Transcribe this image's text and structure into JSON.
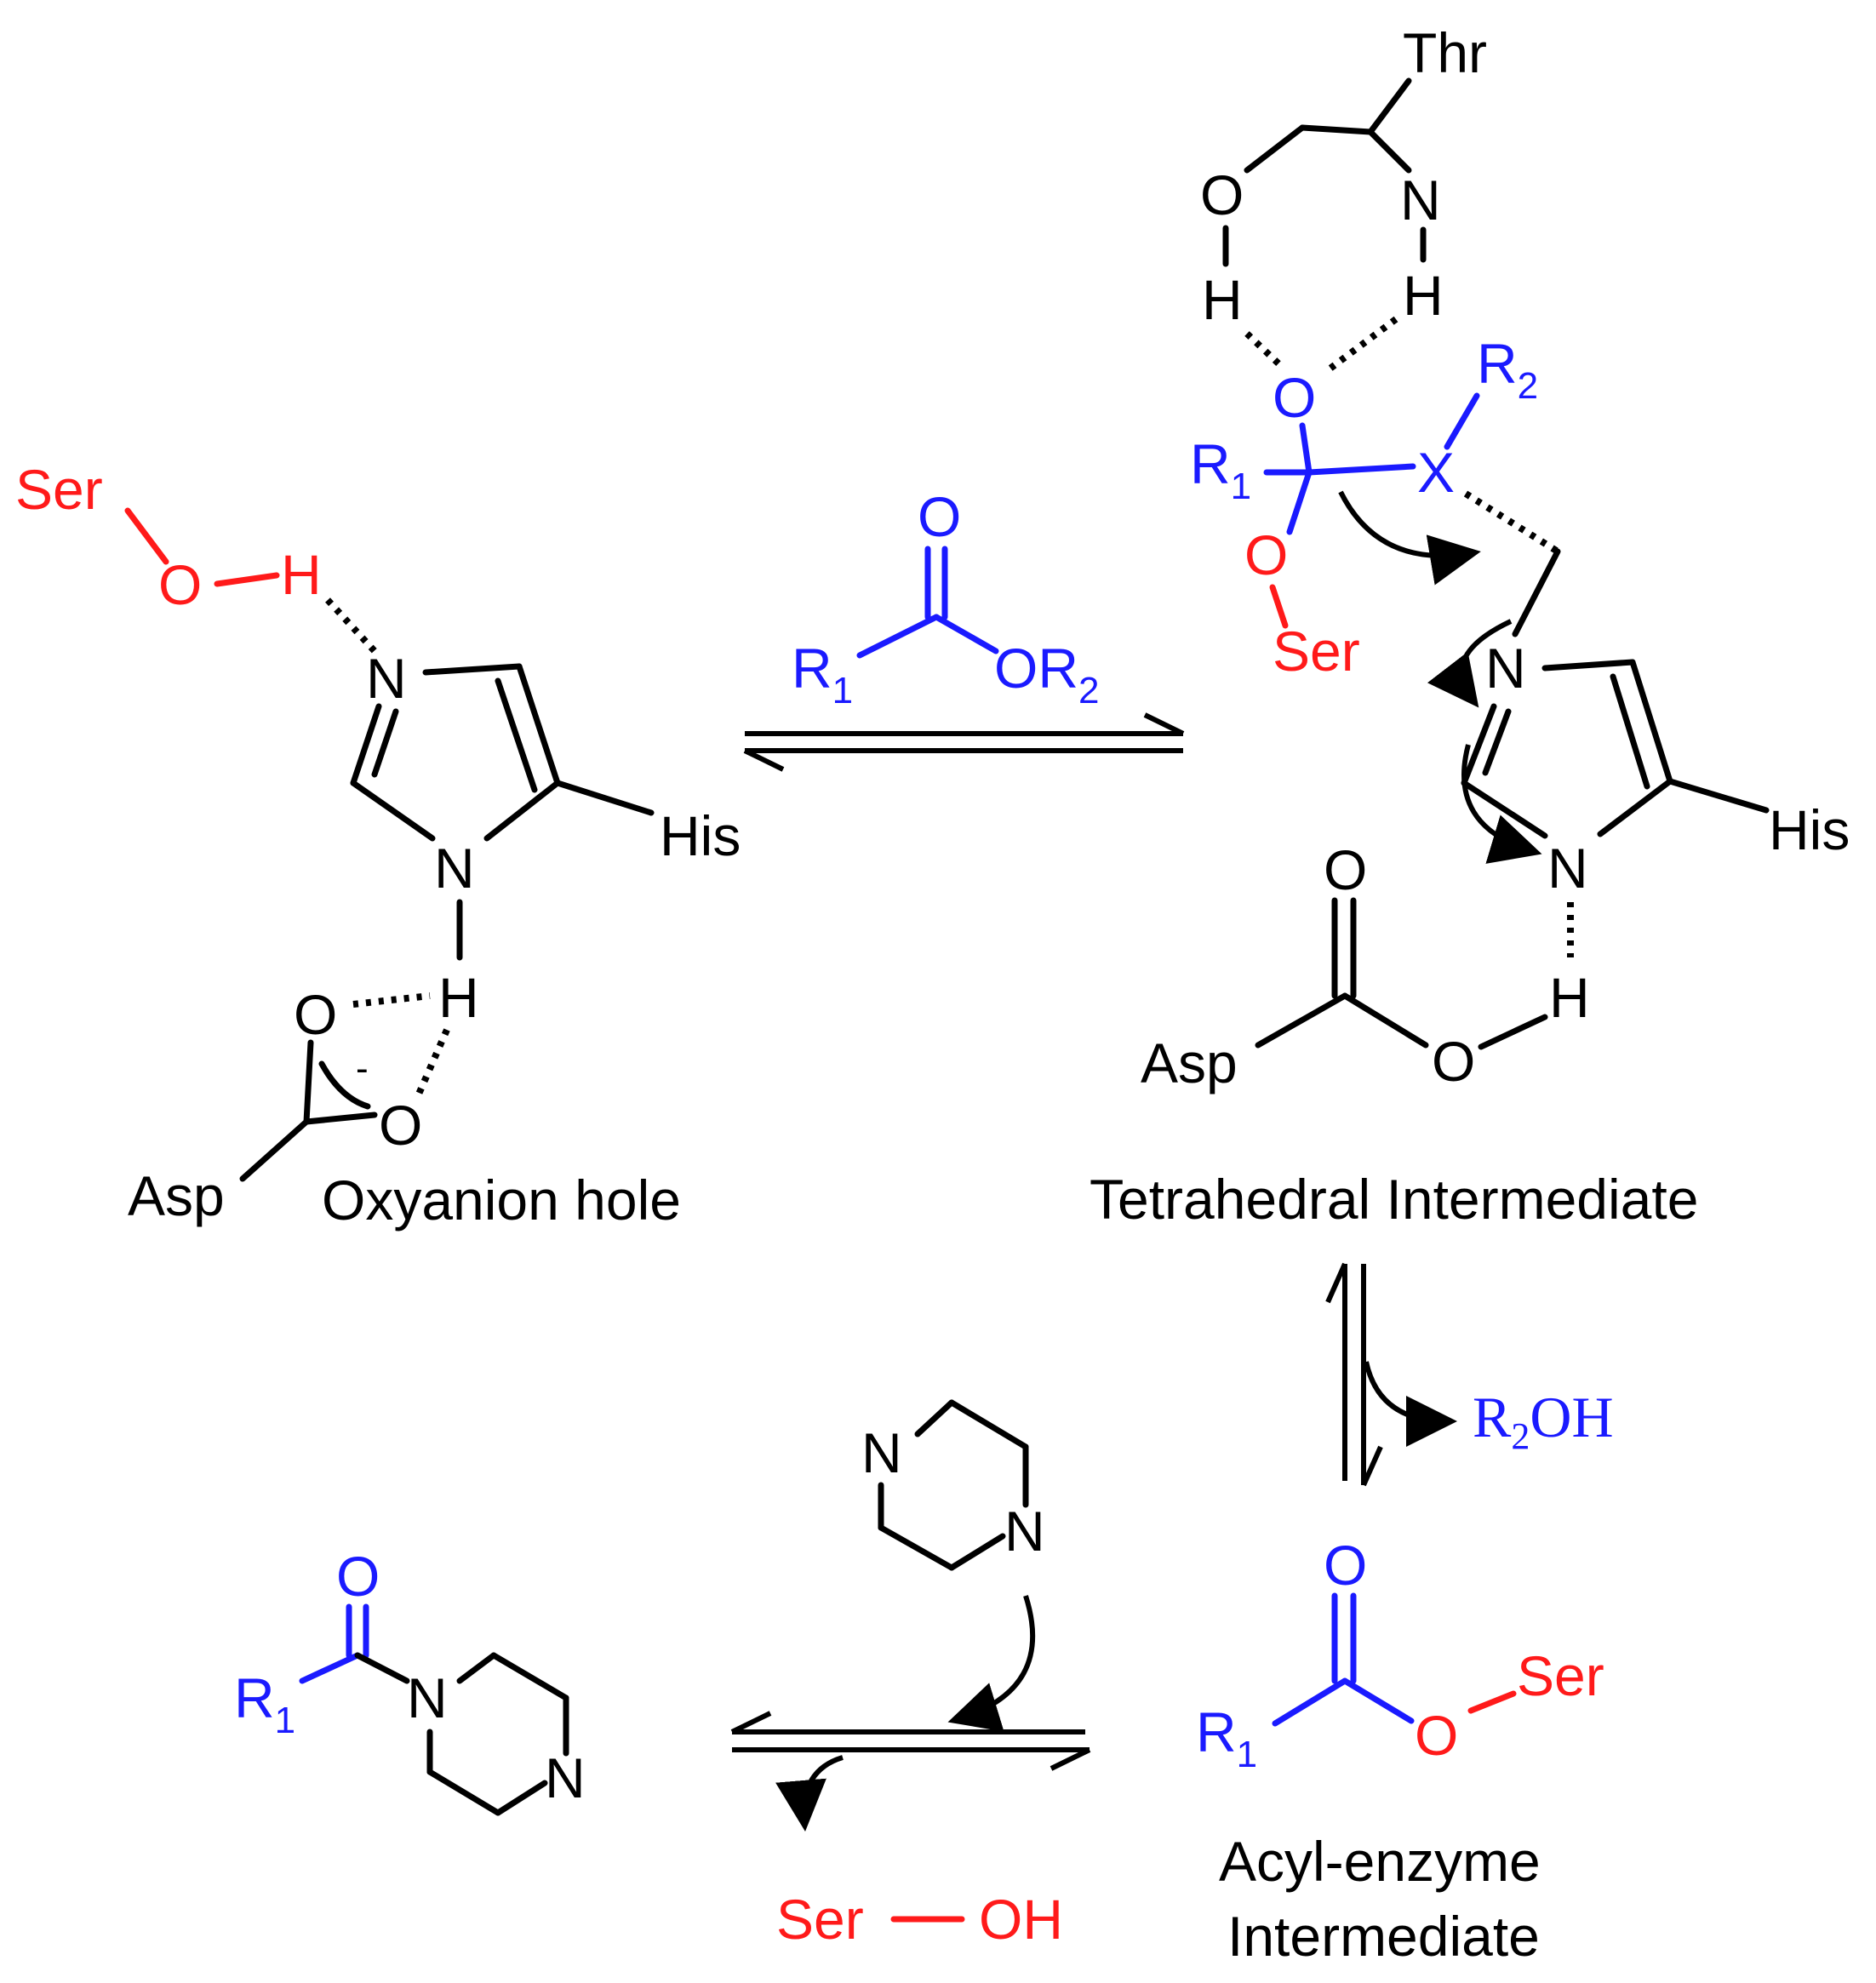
{
  "labels": {
    "ser": "Ser",
    "o": "O",
    "h": "H",
    "n": "N",
    "his": "His",
    "asp": "Asp",
    "thr": "Thr",
    "r": "R",
    "x": "X",
    "oh": "OH",
    "sub1": "1",
    "sub2": "2",
    "minus": "-"
  },
  "captions": {
    "oxyanion": "Oxyanion hole",
    "tetrahedral": "Tetrahedral  Intermediate",
    "acyl_line1": "Acyl-enzyme",
    "acyl_line2": "Intermediate"
  },
  "colors": {
    "substrate": "#1a1aff",
    "serine": "#ff1a1a",
    "enzyme": "#000000"
  }
}
